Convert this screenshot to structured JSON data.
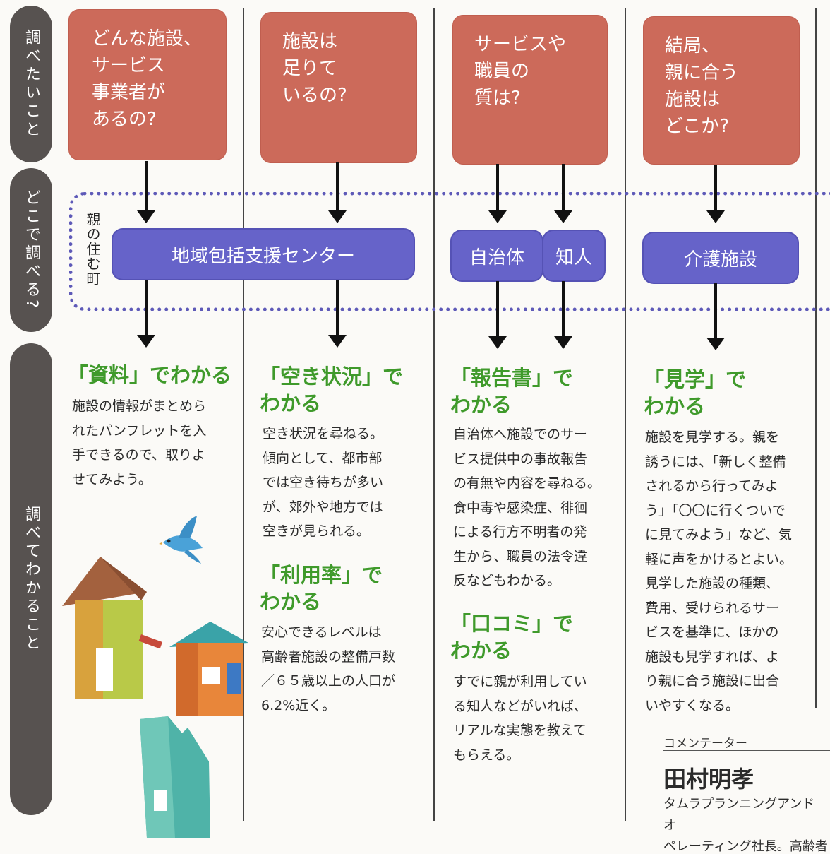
{
  "side_labels": [
    "調べたいこと",
    "どこで調べる?",
    "調べてわかること"
  ],
  "questions": [
    "どんな施設、\nサービス\n事業者が\nあるの?",
    "施設は\n足りて\nいるの?",
    "サービスや\n職員の\n質は?",
    "結局、\n親に合う\n施設は\nどこか?"
  ],
  "town_label": "親の住む町",
  "sources": [
    "地域包括支援センター",
    "自治体",
    "知人",
    "介護施設"
  ],
  "findings": [
    {
      "head": "「資料」でわかる",
      "body": "施設の情報がまとめら\nれたパンフレットを入\n手できるので、取りよ\nせてみよう。"
    },
    {
      "head": "「空き状況」で\nわかる",
      "body": "空き状況を尋ねる。\n傾向として、都市部\nでは空き待ちが多い\nが、郊外や地方では\n空きが見られる。"
    },
    {
      "head": "「利用率」で\nわかる",
      "body": "安心できるレベルは\n高齢者施設の整備戸数\n／６５歳以上の人口が\n6.2%近く。"
    },
    {
      "head": "「報告書」で\nわかる",
      "body": "自治体へ施設でのサー\nビス提供中の事故報告\nの有無や内容を尋ねる。\n食中毒や感染症、徘徊\nによる行方不明者の発\n生から、職員の法令違\n反などもわかる。"
    },
    {
      "head": "「口コミ」で\nわかる",
      "body": "すでに親が利用してい\nる知人などがいれば、\nリアルな実態を教えて\nもらえる。"
    },
    {
      "head": "「見学」で\nわかる",
      "body": "施設を見学する。親を\n誘うには、「新しく整備\nされるから行ってみよ\nう」「〇〇に行くついで\nに見てみよう」など、気\n軽に声をかけるとよい。\n見学した施設の種類、\n費用、受けられるサー\nビスを基準に、ほかの\n施設も見学すれば、よ\nり親に合う施設に出合\nいやすくなる。"
    }
  ],
  "commentator": {
    "label": "コメンテーター",
    "name": "田村明孝",
    "desc": "タムラプランニングアンド オ\nペレーティング社長。高齢者\n住宅の事業計画立案や実施"
  },
  "colors": {
    "question_box": "#cc6a5a",
    "source_box": "#6663c9",
    "heading_green": "#3f9a2b",
    "side_bar": "#575250"
  },
  "illustration": [
    "bird",
    "houses"
  ]
}
